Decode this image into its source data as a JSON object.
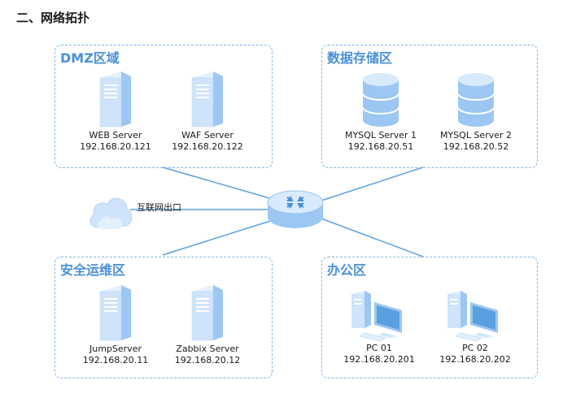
{
  "heading": "二、网络拓扑",
  "internet_label": "互联网出口",
  "zones": {
    "dmz": {
      "title": "DMZ区域",
      "nodes": [
        {
          "name": "WEB Server",
          "ip": "192.168.20.121",
          "icon": "tower-server-icon"
        },
        {
          "name": "WAF Server",
          "ip": "192.168.20.122",
          "icon": "tower-server-icon"
        }
      ]
    },
    "storage": {
      "title": "数据存储区",
      "nodes": [
        {
          "name": "MYSQL Server 1",
          "ip": "192.168.20.51",
          "icon": "database-icon"
        },
        {
          "name": "MYSQL Server 2",
          "ip": "192.168.20.52",
          "icon": "database-icon"
        }
      ]
    },
    "ops": {
      "title": "安全运维区",
      "nodes": [
        {
          "name": "JumpServer",
          "ip": "192.168.20.11",
          "icon": "tower-server-icon"
        },
        {
          "name": "Zabbix Server",
          "ip": "192.168.20.12",
          "icon": "tower-server-icon"
        }
      ]
    },
    "office": {
      "title": "办公区",
      "nodes": [
        {
          "name": "PC 01",
          "ip": "192.168.20.201",
          "icon": "desktop-pc-icon"
        },
        {
          "name": "PC 02",
          "ip": "192.168.20.202",
          "icon": "desktop-pc-icon"
        }
      ]
    }
  },
  "colors": {
    "accent": "#4a90d9",
    "dashed_border": "#7fb3e6",
    "link_line": "#5aa0e0",
    "icon_light": "#cfe4fa",
    "icon_mid": "#9cc7f2"
  }
}
